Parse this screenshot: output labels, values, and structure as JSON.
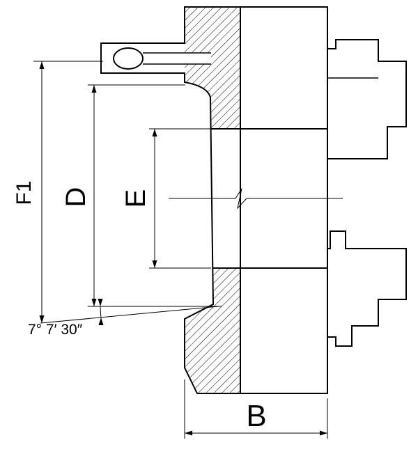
{
  "drawing": {
    "type": "technical-drawing",
    "background_color": "#ffffff",
    "line_color": "#000000",
    "labels": {
      "f1": "F1",
      "d": "D",
      "e": "E",
      "b": "B",
      "taper_angle": "7° 7′ 30″"
    }
  }
}
